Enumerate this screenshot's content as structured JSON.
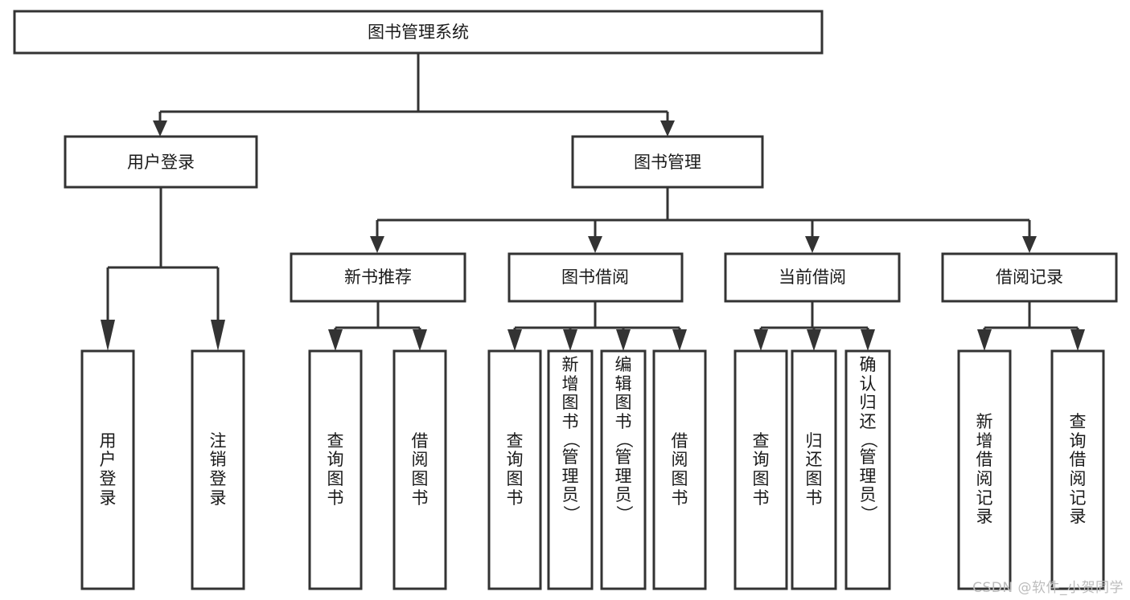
{
  "diagram": {
    "title": "图书管理系统",
    "type": "tree-hierarchy-diagram",
    "colors": {
      "box_stroke": "#333333",
      "box_fill": "#ffffff",
      "text": "#1a1a1a",
      "background": "#ffffff",
      "watermark": "#bcbcbc"
    },
    "root": {
      "label": "图书管理系统"
    },
    "level2": [
      {
        "label": "用户登录"
      },
      {
        "label": "图书管理"
      }
    ],
    "level3": [
      {
        "label": "新书推荐"
      },
      {
        "label": "图书借阅"
      },
      {
        "label": "当前借阅"
      },
      {
        "label": "借阅记录"
      }
    ],
    "leaves": {
      "user_login": [
        {
          "label": "用户登录",
          "chars": [
            "用",
            "户",
            "登",
            "录"
          ]
        },
        {
          "label": "注销登录",
          "chars": [
            "注",
            "销",
            "登",
            "录"
          ]
        }
      ],
      "new_book_recommend": [
        {
          "label": "查询图书",
          "chars": [
            "查",
            "询",
            "图",
            "书"
          ]
        },
        {
          "label": "借阅图书",
          "chars": [
            "借",
            "阅",
            "图",
            "书"
          ]
        }
      ],
      "book_borrow": [
        {
          "label": "查询图书",
          "chars": [
            "查",
            "询",
            "图",
            "书"
          ]
        },
        {
          "label": "新增图书（管理员）",
          "chars": [
            "新",
            "增",
            "图",
            "书",
            "（",
            "管",
            "理",
            "员",
            "）"
          ]
        },
        {
          "label": "编辑图书（管理员）",
          "chars": [
            "编",
            "辑",
            "图",
            "书",
            "（",
            "管",
            "理",
            "员",
            "）"
          ]
        },
        {
          "label": "借阅图书",
          "chars": [
            "借",
            "阅",
            "图",
            "书"
          ]
        }
      ],
      "current_borrow": [
        {
          "label": "查询图书",
          "chars": [
            "查",
            "询",
            "图",
            "书"
          ]
        },
        {
          "label": "归还图书",
          "chars": [
            "归",
            "还",
            "图",
            "书"
          ]
        },
        {
          "label": "确认归还（管理员）",
          "chars": [
            "确",
            "认",
            "归",
            "还",
            "（",
            "管",
            "理",
            "员",
            "）"
          ]
        }
      ],
      "borrow_record": [
        {
          "label": "新增借阅记录",
          "chars": [
            "新",
            "增",
            "借",
            "阅",
            "记",
            "录"
          ]
        },
        {
          "label": "查询借阅记录",
          "chars": [
            "查",
            "询",
            "借",
            "阅",
            "记",
            "录"
          ]
        }
      ]
    },
    "watermark": "CSDN @软件_小贺同学"
  }
}
